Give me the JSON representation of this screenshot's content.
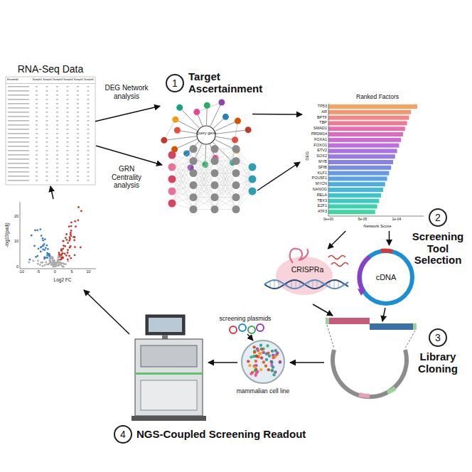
{
  "diagram": {
    "nodes": [
      {
        "text": [
          "RNA-Seq Data"
        ]
      },
      {
        "text": [
          "1",
          "Target Ascertainment"
        ]
      },
      {
        "text": [
          "Query gene"
        ]
      },
      {
        "text": [
          "Ranked Factors",
          "DEG",
          "Network Score"
        ]
      },
      {
        "text": [
          "2",
          "Screening Tool Selection"
        ]
      },
      {
        "text": [
          "CRISPRa"
        ]
      },
      {
        "text": [
          "cDNA"
        ]
      },
      {
        "text": [
          "3",
          "Library Cloning"
        ]
      },
      {
        "text": [
          "mammalian cell line"
        ]
      },
      {
        "text": [
          "4",
          "NGS-Coupled Screening Readout"
        ]
      },
      {
        "text": [
          "Log2 FC",
          "-log10(padj)"
        ]
      }
    ],
    "edges": [
      {
        "from": 0,
        "to": 2,
        "label": "DEG Network analysis",
        "arrow": "to"
      },
      {
        "from": 2,
        "to": 3,
        "arrow": "to"
      },
      {
        "from": 3,
        "to": 5,
        "arrow": "to"
      },
      {
        "from": 3,
        "to": 6,
        "arrow": "to"
      },
      {
        "from": 10,
        "to": 0,
        "arrow": "to"
      }
    ],
    "labels": [
      "GRN Centrality analysis",
      "TP53",
      "AR",
      "BPTF",
      "TBP",
      "SMAD1",
      "PRDM14",
      "FOXA1",
      "FOXO1",
      "ETV2",
      "SOX2",
      "MYB",
      "SPIB",
      "KLF1",
      "POU5F1",
      "MYCN",
      "NANOG",
      "RELA",
      "TBX3",
      "E2F1",
      "ATF3",
      "0e+00",
      "5e-05",
      "1e-04",
      "screening plasmids",
      "Ensembl",
      "Sample1",
      "Sample2",
      "Sample3",
      "Sample4",
      "Sample5",
      "Sample6",
      "-10",
      "-5",
      "0",
      "5",
      "10",
      "0",
      "10",
      "20"
    ]
  }
}
